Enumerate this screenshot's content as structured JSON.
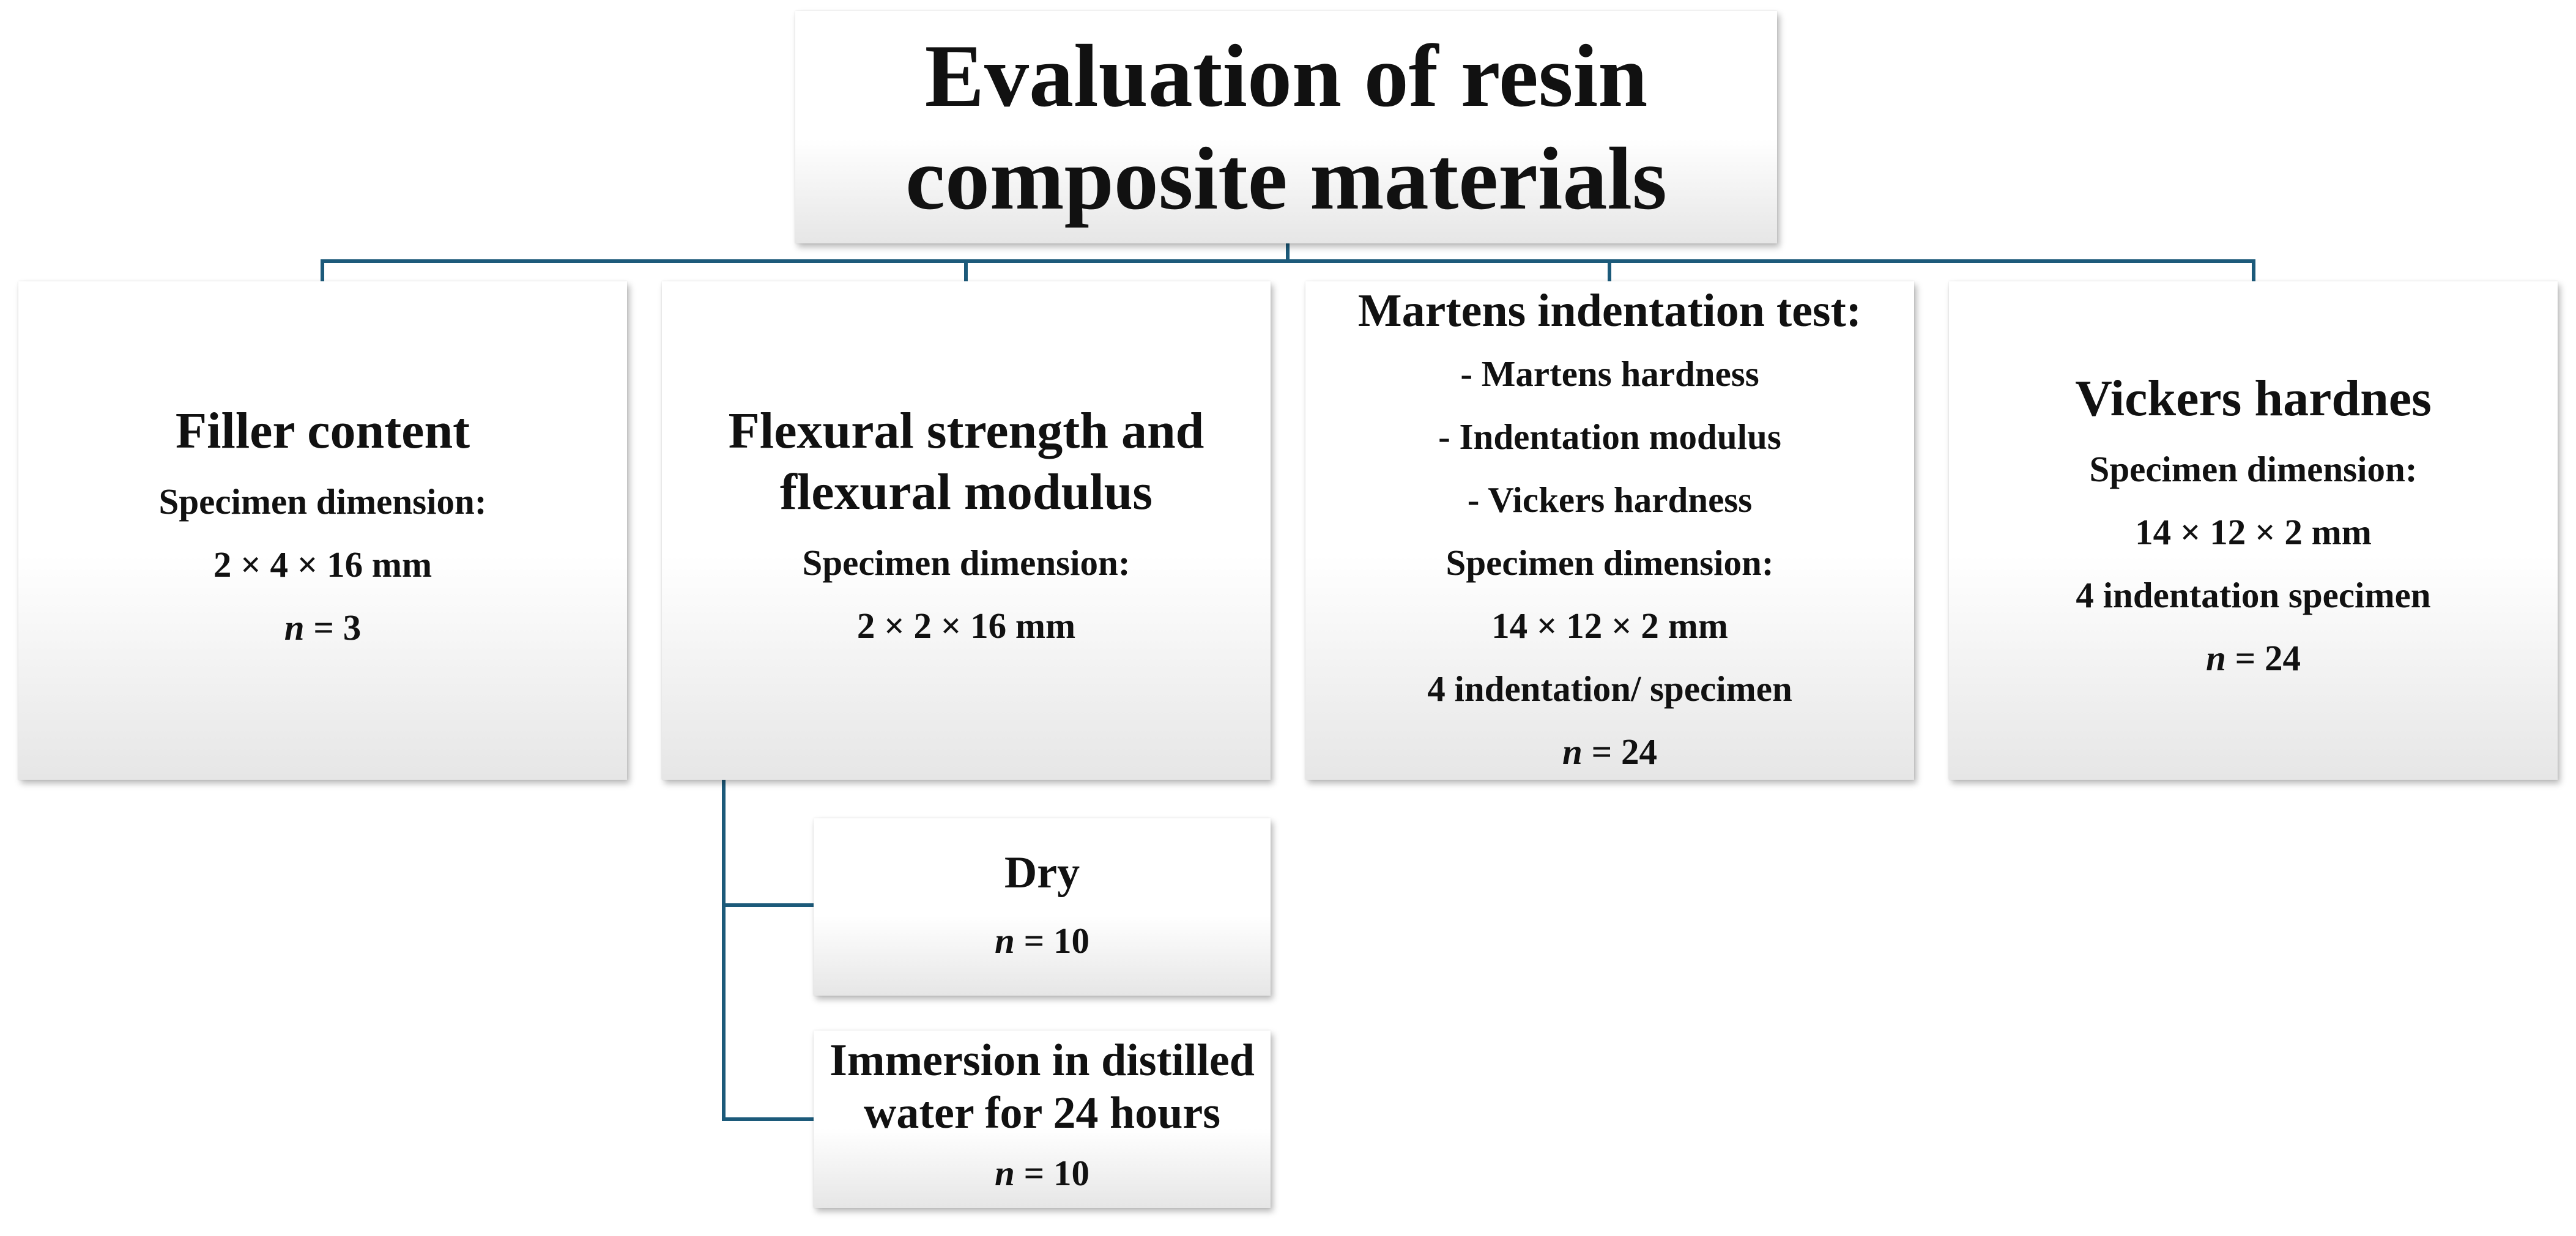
{
  "root": {
    "line1": "Evaluation of resin",
    "line2": "composite materials"
  },
  "filler": {
    "title": "Filler content",
    "dim_label": "Specimen dimension:",
    "dim_value": "2 × 4 × 16 mm",
    "n_var": "n",
    "n_rest": " = 3"
  },
  "flexural": {
    "title_line1": "Flexural strength and",
    "title_line2": "flexural modulus",
    "dim_label": "Specimen dimension:",
    "dim_value": "2 ×  2 × 16 mm"
  },
  "martens": {
    "title": "Martens indentation test:",
    "items": [
      "- Martens hardness",
      "- Indentation modulus",
      "- Vickers hardness"
    ],
    "dim_label": "Specimen dimension:",
    "dim_value": "14 × 12 × 2 mm",
    "indent": "4 indentation/ specimen",
    "n_var": "n",
    "n_rest": " = 24"
  },
  "vickers": {
    "title": "Vickers hardnes",
    "dim_label": "Specimen dimension:",
    "dim_value": "14 × 12 × 2 mm",
    "indent": "4 indentation specimen",
    "n_var": "n",
    "n_rest": " = 24"
  },
  "dry": {
    "title": "Dry",
    "n_var": "n",
    "n_rest": " = 10"
  },
  "immersion": {
    "title_line1": "Immersion in distilled",
    "title_line2": "water for 24 hours",
    "n_var": "n",
    "n_rest": " = 10"
  },
  "colors": {
    "connector": "#1c5a7a"
  }
}
